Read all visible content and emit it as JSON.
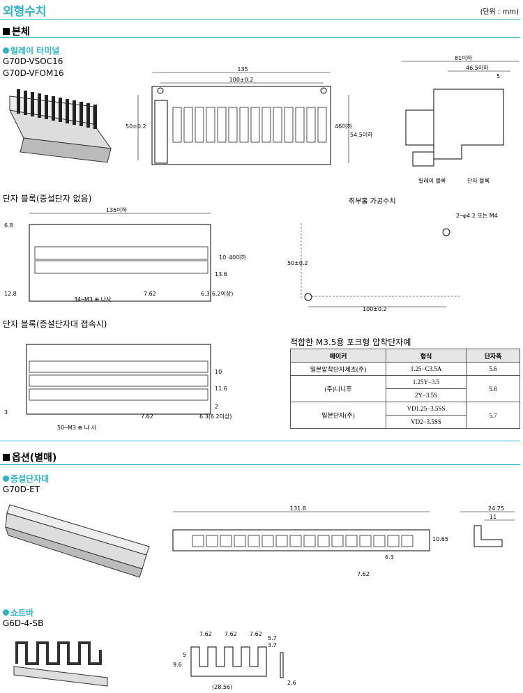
{
  "title": "외형수치",
  "unit_note": "(단위 : mm)",
  "main_section": "본체",
  "option_section": "옵션(별매)",
  "relay_terminal": {
    "heading": "릴레이 터미널",
    "models": [
      "G70D-VSOC16",
      "G70D-VFOM16"
    ],
    "dims": {
      "w135": "135",
      "w100": "100±0.2",
      "h50": "50±0.2",
      "h46": "46이하",
      "h54": "54.5이하",
      "s81": "81이하",
      "s46": "46.5이하",
      "s5": "5"
    },
    "labels": {
      "relay_block": "릴레이 블록",
      "terminal_block": "단자 블록"
    }
  },
  "terminal_block_a": {
    "heading": "단자 블록(증설단자 없음)",
    "dims": {
      "w135": "135이하",
      "d68": "6.8",
      "d10": "10",
      "d40": "40이하",
      "d136": "13.6",
      "d128": "12.8",
      "d762": "7.62",
      "d63": "6.3(6.2이상)"
    },
    "screw_note": "34─M3 ⊕ 나사"
  },
  "mounting": {
    "heading": "취부홀 가공수치",
    "hole_note": "2─φ4.2 또는 M4",
    "d50": "50±0.2",
    "d100": "100±0.2"
  },
  "terminal_block_b": {
    "heading": "단자 블록(증설단자대 접속시)",
    "dims": {
      "d10": "10",
      "d116": "11.6",
      "d2": "2",
      "d3": "3",
      "d762": "7.62",
      "d63": "6.3(6.2이상)"
    },
    "screw_note": "50─M3 ⊕ 나 사"
  },
  "crimp_table": {
    "heading": "적합한 M3.5용 포크형 압착단자예",
    "columns": [
      "메이커",
      "형식",
      "단자폭"
    ],
    "rows": [
      {
        "maker": "일본압착단자제조(주)",
        "types": [
          "1.25−C3.5A"
        ],
        "width": "5.6"
      },
      {
        "maker": "(주)니니후",
        "types": [
          "1.25Y−3.5",
          "2Y−3.5S"
        ],
        "width": "5.8"
      },
      {
        "maker": "일본단자(주)",
        "types": [
          "VD1.25−3.5SS",
          "VD2−3.5SS"
        ],
        "width": "5.7"
      }
    ]
  },
  "expansion": {
    "heading": "증설단자대",
    "model": "G70D-ET",
    "dims": {
      "w": "131.8",
      "h": "10.65",
      "p63": "6.3",
      "p762": "7.62",
      "s2475": "24.75",
      "s11": "11"
    }
  },
  "short_bar": {
    "heading": "쇼트바",
    "model": "G6D-4-SB",
    "dims": {
      "p762a": "7.62",
      "p762b": "7.62",
      "p762c": "7.62",
      "s57": "5.7",
      "s37": "3.7",
      "h5": "5",
      "h96": "9.6",
      "w2856": "(28.56)",
      "t26": "2.6"
    }
  }
}
